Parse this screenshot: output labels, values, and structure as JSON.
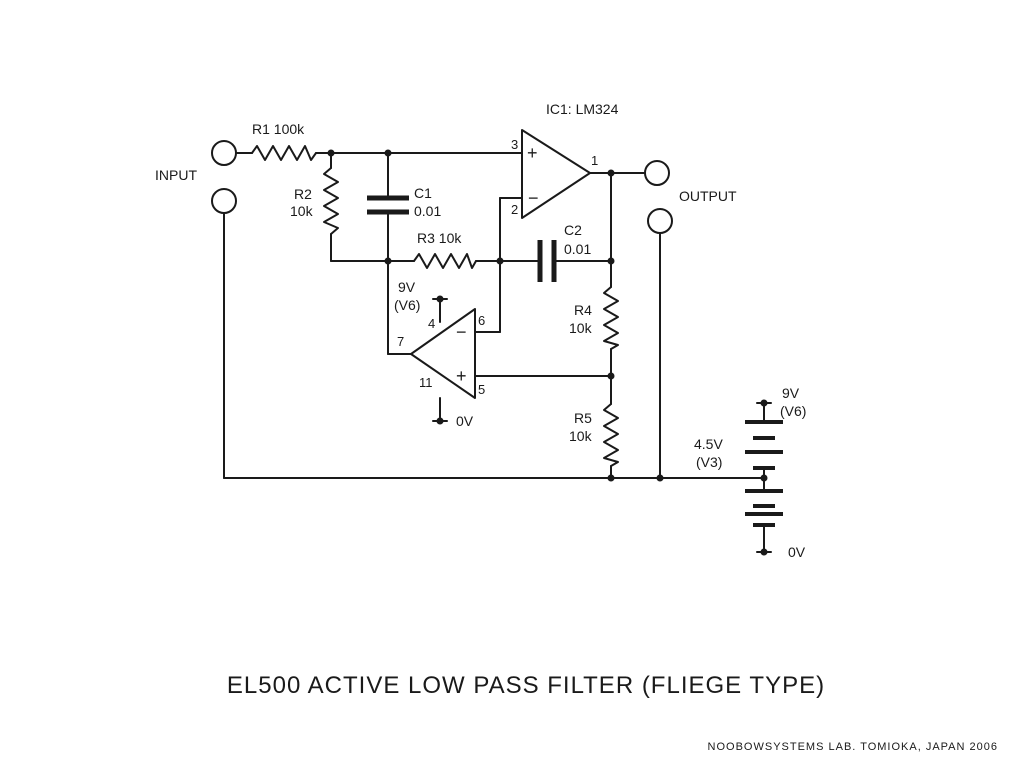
{
  "labels": {
    "input": "INPUT",
    "output": "OUTPUT",
    "ic1": "IC1: LM324",
    "r1": "R1 100k",
    "r2_name": "R2",
    "r2_value": "10k",
    "c1_name": "C1",
    "c1_value": "0.01",
    "r3": "R3 10k",
    "c2_name": "C2",
    "c2_value": "0.01",
    "r4_name": "R4",
    "r4_value": "10k",
    "r5_name": "R5",
    "r5_value": "10k",
    "opamp_supply_v": "9V",
    "opamp_supply_node": "(V6)",
    "opamp_ground": "0V",
    "bat_top_v": "9V",
    "bat_top_node": "(V6)",
    "bat_mid_v": "4.5V",
    "bat_mid_node": "(V3)",
    "bat_bottom": "0V"
  },
  "pins": {
    "u1_plus": "3",
    "u1_minus": "2",
    "u1_out": "1",
    "u2_vcc": "4",
    "u2_out": "7",
    "u2_inv": "6",
    "u2_noninv": "5",
    "u2_gnd": "11"
  },
  "signs": {
    "plus": "+",
    "minus": "−"
  },
  "title": "EL500 ACTIVE LOW PASS FILTER (FLIEGE TYPE)",
  "credit": "NOOBOWSYSTEMS LAB. TOMIOKA, JAPAN 2006"
}
